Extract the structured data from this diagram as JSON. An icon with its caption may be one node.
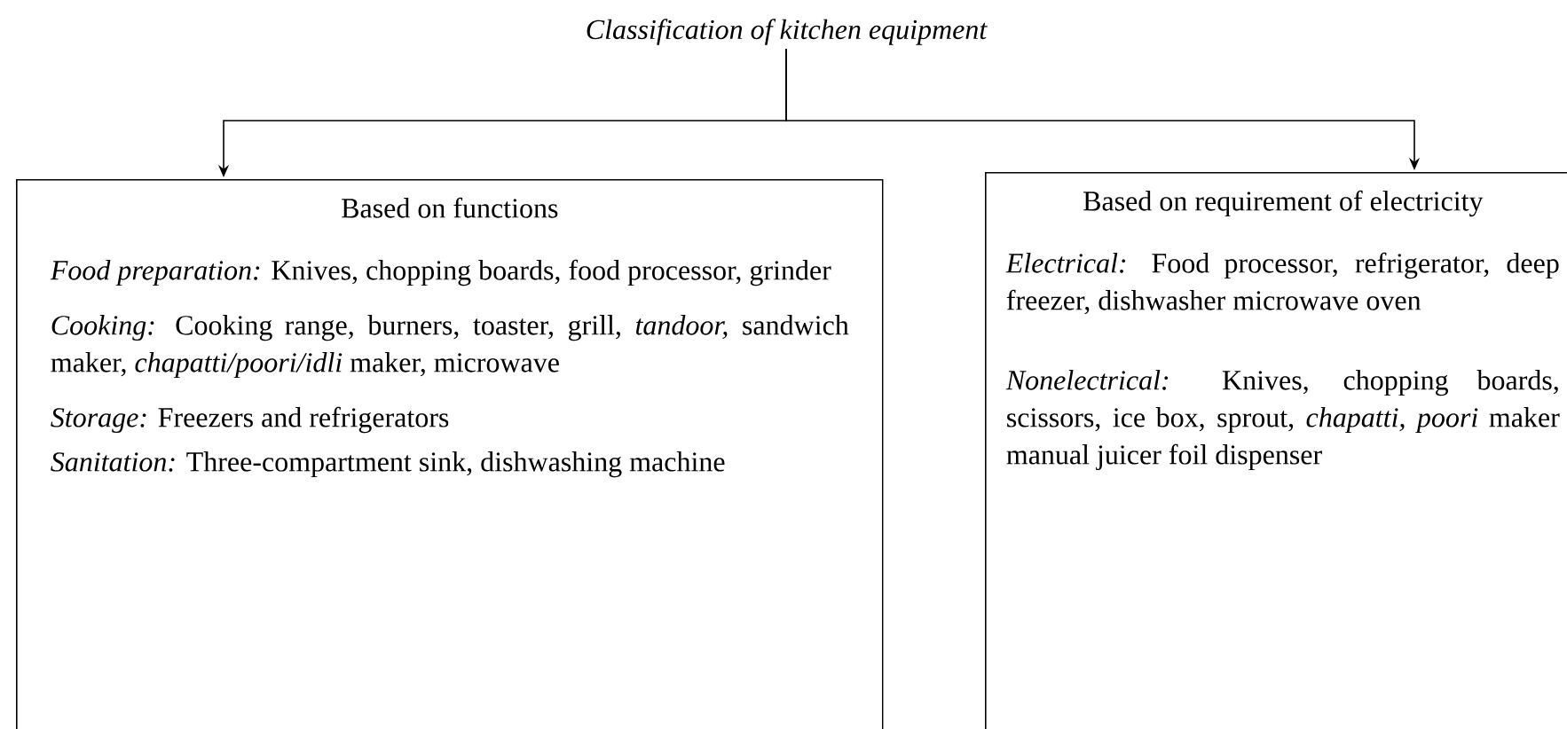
{
  "diagram": {
    "nodes": [
      {
        "text": [
          "Classification of kitchen equipment"
        ]
      },
      {
        "text": [
          "Based on functions",
          "*Food preparation:* Knives, chopping boards, food processor, grinder",
          "*Cooking:* Cooking range, burners, toaster, grill, *tandoor,* sandwich maker, *chapatti/poori/idli* maker, microwave",
          "*Storage:* Freezers and refrigerators",
          "*Sanitation:* Three-compartment sink, dishwashing machine"
        ]
      },
      {
        "text": [
          "Based on requirement of electricity",
          "*Electrical:* Food processor, refrigerator, deep freezer, dishwasher microwave oven",
          "*Nonelectrical:* Knives, chopping boards, scissors, ice box, sprout, *chapatti, poori* maker manual juicer foil dispenser"
        ]
      }
    ],
    "edges": [
      {
        "from": 0,
        "to": 1,
        "arrow": "to"
      },
      {
        "from": 0,
        "to": 2,
        "arrow": "to"
      }
    ]
  }
}
